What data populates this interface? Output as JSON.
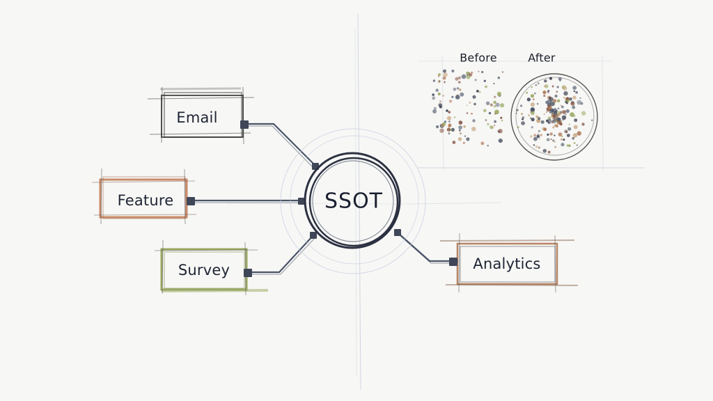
{
  "diagram": {
    "hub": {
      "label": "SSOT"
    },
    "sources": [
      {
        "id": "email",
        "label": "Email",
        "color": "#3a3a3a"
      },
      {
        "id": "feature",
        "label": "Feature",
        "color": "#c98b6a"
      },
      {
        "id": "survey",
        "label": "Survey",
        "color": "#9aa862"
      }
    ],
    "output": {
      "label": "Analytics",
      "color": "#b78466"
    },
    "inset": {
      "before_label": "Before",
      "after_label": "After"
    }
  },
  "colors": {
    "ink": "#2a2f3d",
    "connector": "#4a5468",
    "guide": "#b9c2d6"
  }
}
